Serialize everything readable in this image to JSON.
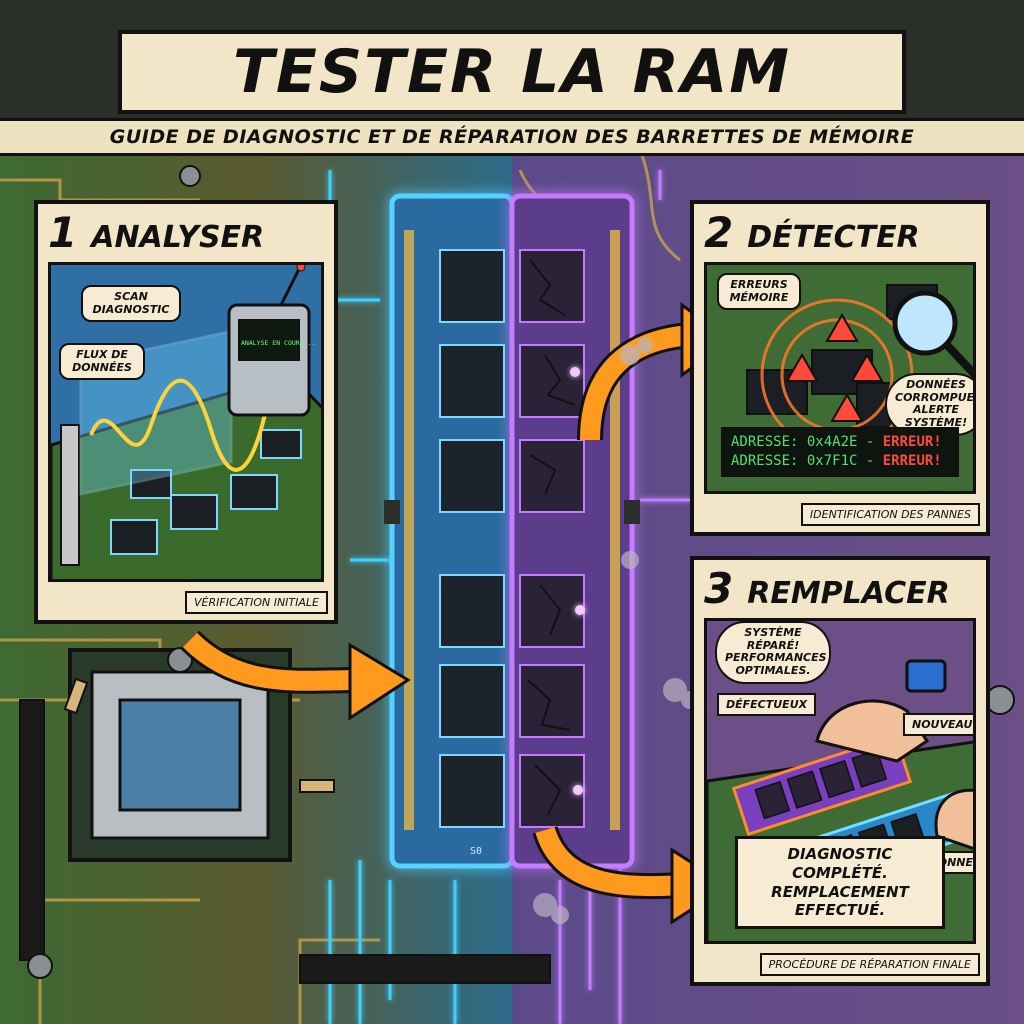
{
  "header": {
    "title": "TESTER LA RAM",
    "subtitle": "GUIDE DE DIAGNOSTIC ET DE RÉPARATION DES BARRETTES DE MÉMOIRE"
  },
  "panels": {
    "analyse": {
      "number": "1",
      "title": "ANALYSER",
      "bubble_scan": "SCAN DIAGNOSTIC",
      "bubble_flux": "FLUX DE DONNÉES",
      "device_screen": "ANALYSE EN COURS...",
      "caption": "VÉRIFICATION INITIALE"
    },
    "detect": {
      "number": "2",
      "title": "DÉTECTER",
      "bubble_errors": "ERREURS MÉMOIRE",
      "bubble_corrupt": "DONNÉES CORROMPUES! ALERTE SYSTÈME!",
      "log_lines": [
        {
          "addr": "ADRESSE: 0x4A2E",
          "status": "ERREUR!"
        },
        {
          "addr": "ADRESSE: 0x7F1C",
          "status": "ERREUR!"
        }
      ],
      "caption": "IDENTIFICATION DES PANNES"
    },
    "replace": {
      "number": "3",
      "title": "REMPLACER",
      "bubble_fixed": "SYSTÈME RÉPARÉ! PERFORMANCES OPTIMALES.",
      "label_defective": "DÉFECTUEUX",
      "label_new": "NOUVEAU",
      "label_working": "FONCTIONNEL",
      "final_line1": "DIAGNOSTIC COMPLÉTÉ.",
      "final_line2": "REMPLACEMENT EFFECTUÉ.",
      "caption": "PROCÉDURE DE RÉPARATION FINALE"
    }
  },
  "ram_label": "S0",
  "colors": {
    "healthy": "#2aa8ff",
    "faulty": "#b04cff",
    "arrow": "#ff9a1e",
    "board_green": "#3f6b34",
    "board_purple": "#6b4f86",
    "alert": "#ff4a3a"
  }
}
